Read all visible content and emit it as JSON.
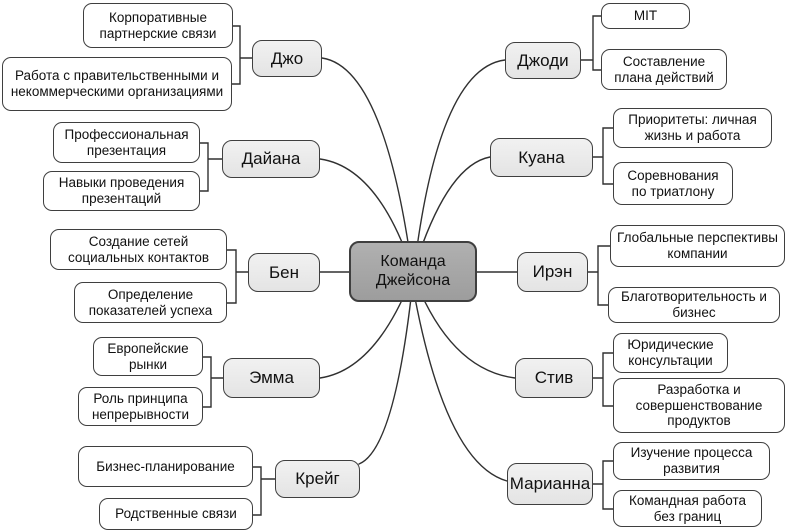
{
  "diagram_title": "Команда Джейсона",
  "center": {
    "label": "Команда Джейсона"
  },
  "colors": {
    "center_fill": "#a8a8a8",
    "member_fill": "#ececec",
    "topic_fill": "#ffffff",
    "border": "#3f3f3f",
    "line": "#303030"
  },
  "members": [
    {
      "id": "joe",
      "name": "Джо",
      "side": "left",
      "topics": [
        "Корпоративные партнерские связи",
        "Работа с правительственными и некоммерческими организациями"
      ]
    },
    {
      "id": "diana",
      "name": "Дайана",
      "side": "left",
      "topics": [
        "Профессиональная презентация",
        "Навыки проведения презентаций"
      ]
    },
    {
      "id": "ben",
      "name": "Бен",
      "side": "left",
      "topics": [
        "Создание сетей социальных контактов",
        "Определение показателей успеха"
      ]
    },
    {
      "id": "emma",
      "name": "Эмма",
      "side": "left",
      "topics": [
        "Европейские рынки",
        "Роль принципа непрерывности"
      ]
    },
    {
      "id": "craig",
      "name": "Крейг",
      "side": "left",
      "topics": [
        "Бизнес-планирование",
        "Родственные связи"
      ]
    },
    {
      "id": "jody",
      "name": "Джоди",
      "side": "right",
      "topics": [
        "MIT",
        "Составление плана действий"
      ]
    },
    {
      "id": "kuana",
      "name": "Куана",
      "side": "right",
      "topics": [
        "Приоритеты: личная жизнь и работа",
        "Соревнования по триатлону"
      ]
    },
    {
      "id": "iren",
      "name": "Ирэн",
      "side": "right",
      "topics": [
        "Глобальные перспективы компании",
        "Благотворительность и бизнес"
      ]
    },
    {
      "id": "steve",
      "name": "Стив",
      "side": "right",
      "topics": [
        "Юридические консультации",
        "Разработка и совершенствование продуктов"
      ]
    },
    {
      "id": "marianna",
      "name": "Марианна",
      "side": "right",
      "topics": [
        "Изучение процесса развития",
        "Командная работа без границ"
      ]
    }
  ]
}
